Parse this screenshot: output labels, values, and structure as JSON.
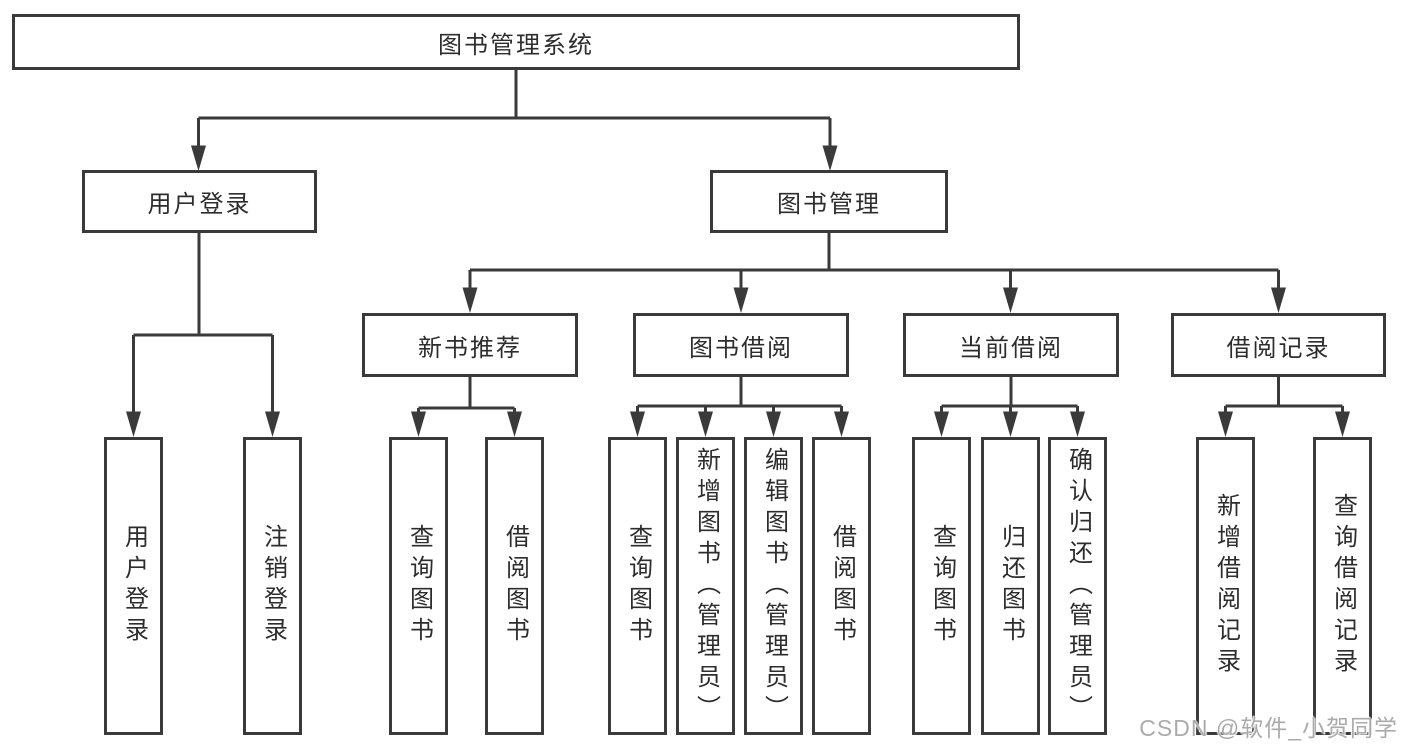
{
  "diagram": {
    "root": "图书管理系统",
    "branches": [
      {
        "label": "用户登录",
        "children": [
          "用户登录",
          "注销登录"
        ]
      },
      {
        "label": "图书管理",
        "groups": [
          {
            "label": "新书推荐",
            "children": [
              "查询图书",
              "借阅图书"
            ]
          },
          {
            "label": "图书借阅",
            "children": [
              "查询图书",
              "新增图书（管理员）",
              "编辑图书（管理员）",
              "借阅图书"
            ]
          },
          {
            "label": "当前借阅",
            "children": [
              "查询图书",
              "归还图书",
              "确认归还（管理员）"
            ]
          },
          {
            "label": "借阅记录",
            "children": [
              "新增借阅记录",
              "查询借阅记录"
            ]
          }
        ]
      }
    ]
  },
  "watermark": {
    "text": "CSDN @软件_小贺同学"
  },
  "colors": {
    "line": "#3a3a3a",
    "box_border": "#3a3a3a",
    "text": "#2d2d2d",
    "watermark": "#ababab",
    "background": "#ffffff"
  }
}
